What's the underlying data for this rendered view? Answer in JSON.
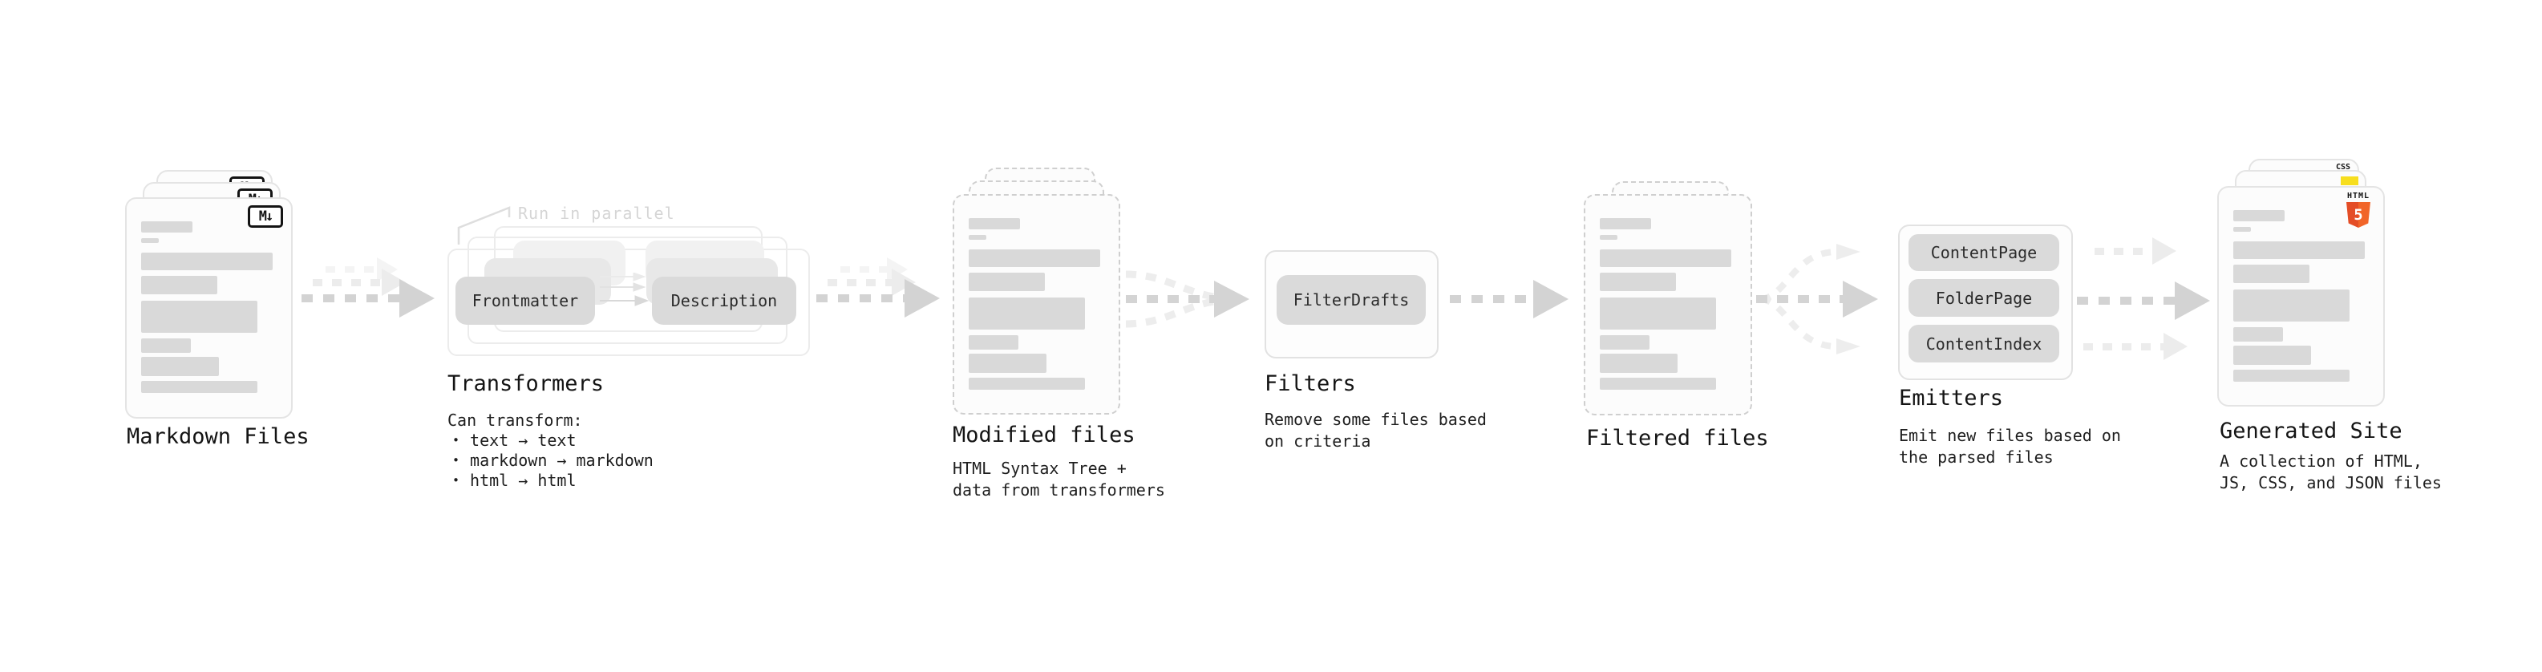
{
  "nodes": {
    "markdown_files": {
      "label": "Markdown Files"
    },
    "transformers": {
      "label": "Transformers",
      "callout": "Run in parallel",
      "pill_left": "Frontmatter",
      "pill_right": "Description",
      "desc_heading": "Can transform:",
      "bullet_char": "•",
      "bullets": [
        "text → text",
        "markdown → markdown",
        "html → html"
      ]
    },
    "modified_files": {
      "label": "Modified files",
      "desc_lines": [
        "HTML Syntax Tree +",
        "data from transformers"
      ]
    },
    "filters": {
      "label": "Filters",
      "pill": "FilterDrafts",
      "desc_lines": [
        "Remove some files based",
        "on criteria"
      ]
    },
    "filtered_files": {
      "label": "Filtered files"
    },
    "emitters": {
      "label": "Emitters",
      "pills": [
        "ContentPage",
        "FolderPage",
        "ContentIndex"
      ],
      "desc_lines": [
        "Emit new files based on",
        "the parsed files"
      ]
    },
    "generated_site": {
      "label": "Generated Site",
      "desc_lines": [
        "A collection of HTML,",
        "JS, CSS, and JSON files"
      ]
    }
  },
  "icons": {
    "markdown": "M↓",
    "html5_word": "HTML",
    "html5_glyph": "5",
    "css_word": "CSS"
  },
  "colors": {
    "arrow_dark": "#d3d3d3",
    "arrow_light": "#ececec",
    "bar_gray": "#d9d9d9",
    "pill_gray": "#dadada",
    "callout_gray": "#d5d5d5",
    "html5_orange": "#e44d26",
    "js_yellow": "#f7de1e",
    "css_blue": "#2c65f1"
  }
}
